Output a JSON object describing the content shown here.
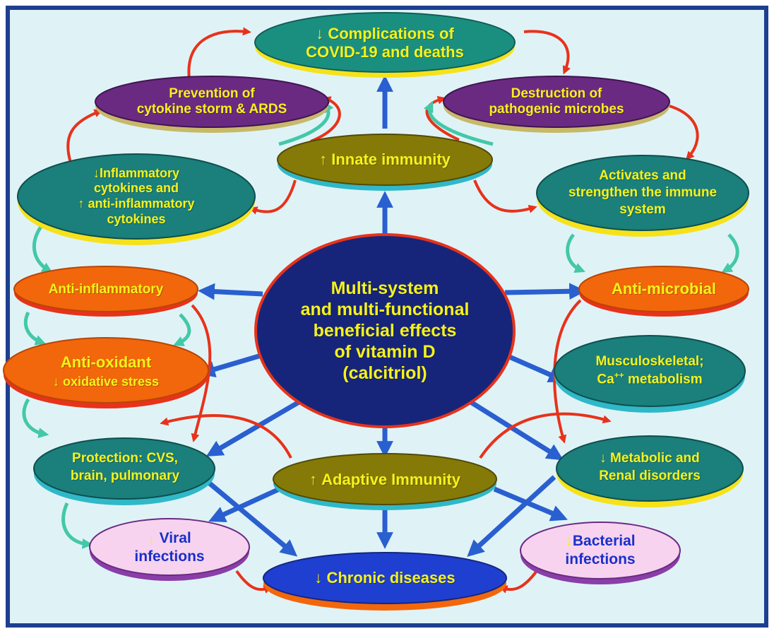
{
  "center": {
    "lines": [
      "Multi-system",
      "and multi-functional",
      "beneficial effects",
      "of vitamin D",
      "(calcitriol)"
    ]
  },
  "nodes": {
    "covid": {
      "arrow": "↓",
      "lines": [
        "Complications of",
        "COVID-19 and deaths"
      ]
    },
    "cytokine_storm": {
      "lines": [
        "Prevention of",
        "cytokine storm & ARDS"
      ]
    },
    "destruction": {
      "lines": [
        "Destruction of",
        "pathogenic microbes"
      ]
    },
    "innate": {
      "arrow": "↑",
      "text": "Innate immunity"
    },
    "inflammatory": {
      "line1_arrow": "↓",
      "line1": "Inflammatory",
      "line2": "cytokines and",
      "line3_arrow": "↑",
      "line3": "anti-inflammatory",
      "line4": "cytokines"
    },
    "activates": {
      "lines": [
        "Activates and",
        "strengthen the immune",
        "system"
      ]
    },
    "anti_inflammatory": {
      "text": "Anti-inflammatory"
    },
    "anti_microbial": {
      "text": "Anti-microbial"
    },
    "anti_oxidant": {
      "line1": "Anti-oxidant",
      "line2_arrow": "↓",
      "line2": "oxidative stress"
    },
    "musculoskeletal": {
      "line1": "Musculoskeletal;",
      "line2_pre": "Ca",
      "line2_sup": "++",
      "line2_post": "metabolism"
    },
    "protection": {
      "lines": [
        "Protection: CVS,",
        "brain, pulmonary"
      ]
    },
    "adaptive": {
      "arrow": "↑",
      "text": "Adaptive Immunity"
    },
    "metabolic": {
      "line1_arrow": "↓",
      "line1": "Metabolic and",
      "line2": "Renal disorders"
    },
    "viral": {
      "arrow": "↓",
      "line1": "Viral",
      "line2": "infections"
    },
    "chronic": {
      "arrow": "↓",
      "text": "Chronic diseases"
    },
    "bacterial": {
      "arrow": "↓",
      "line1": "Bacterial",
      "line2": "infections"
    }
  },
  "colors": {
    "frame_border": "#1c3f8f",
    "background": "#dff3f7",
    "teal": "#1b7f7c",
    "olive": "#857a08",
    "purple": "#6b2a82",
    "orange": "#f2670b",
    "navy": "#16257a",
    "blue": "#1f3fd1",
    "pink": "#f7d3ef",
    "text_yellow": "#f6f21a",
    "text_blue": "#1a2fc9",
    "arrow_blue": "#2a5fd0",
    "curve_red": "#e8321a"
  }
}
